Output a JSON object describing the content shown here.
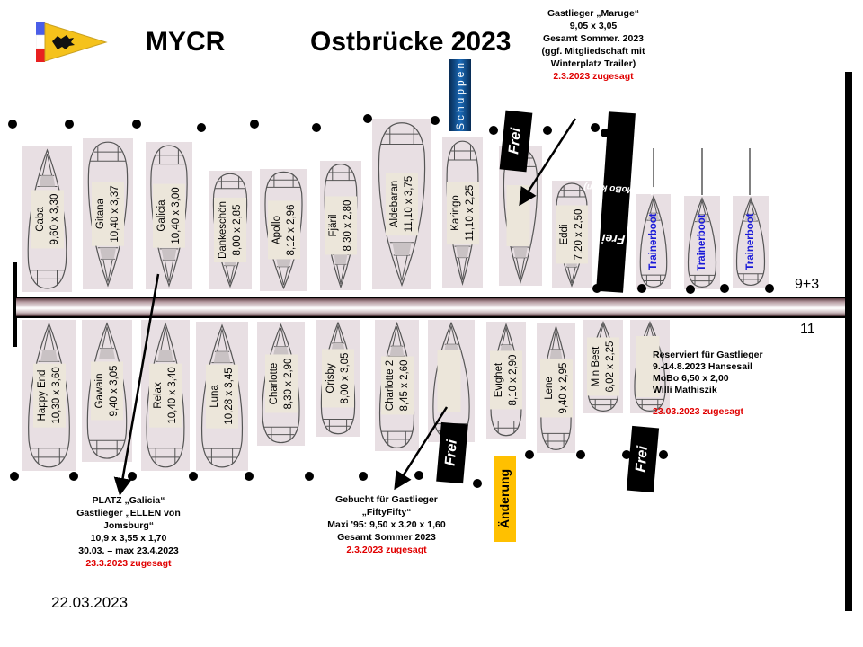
{
  "header": {
    "club": "MYCR",
    "title": "Ostbrücke 2023",
    "logo": "club-pennant-griffin-icon"
  },
  "date": "22.03.2023",
  "shed_label": "Schuppen",
  "change_label": "Änderung",
  "side_labels": {
    "north": "9+3",
    "south": "11"
  },
  "north_boats": [
    {
      "name": "Caba",
      "size": "9,60 x 3,30"
    },
    {
      "name": "Gitana",
      "size": "10,40 x 3,37"
    },
    {
      "name": "Galicia",
      "size": "10,40 x 3,00"
    },
    {
      "name": "Dankeschön",
      "size": "8,00 x 2,85"
    },
    {
      "name": "Apollo",
      "size": "8,12 x 2,96"
    },
    {
      "name": "Fjäril",
      "size": "8,30 x 2,80"
    },
    {
      "name": "Aldebaran",
      "size": "11,10 x 3,75"
    },
    {
      "name": "Karingo",
      "size": "11,10 x 2,25"
    },
    {
      "name": "",
      "size": ""
    },
    {
      "name": "Eddi",
      "size": "7,20 x 2,50"
    }
  ],
  "trainer_boats": [
    "Trainerboot",
    "Trainerboot",
    "Trainerboot"
  ],
  "south_boats": [
    {
      "name": "Happy End",
      "size": "10,30 x 3,60"
    },
    {
      "name": "Gawain",
      "size": "9,40 x 3,05"
    },
    {
      "name": "Relax",
      "size": "10,40 x 3,40"
    },
    {
      "name": "Luna",
      "size": "10,28 x 3,45"
    },
    {
      "name": "Charlotte",
      "size": "8,30 x 2,90"
    },
    {
      "name": "Orisby",
      "size": "8,00 x 3,05"
    },
    {
      "name": "Charlotte 2",
      "size": "8,45 x 2,60"
    },
    {
      "name": "",
      "size": ""
    },
    {
      "name": "Evighet",
      "size": "8,10 x 2,90"
    },
    {
      "name": "Lene",
      "size": "9,40 x 2,95"
    },
    {
      "name": "Min Best",
      "size": "6,02 x 2,25"
    },
    {
      "name": "",
      "size": ""
    }
  ],
  "free_tags": {
    "north": "Frei",
    "mobo": "Frei",
    "mobo_note": "(nur MoBo klein)",
    "south1": "Frei",
    "south2": "Frei"
  },
  "notes": {
    "maruge": {
      "lines": [
        "Gastlieger „Maruge“",
        "9,05 x 3,05",
        "Gesamt Sommer. 2023",
        "(ggf. Mitgliedschaft mit",
        "Winterplatz Trailer)"
      ],
      "status": "2.3.2023 zugesagt"
    },
    "galicia": {
      "lines": [
        "PLATZ „Galicia“",
        "Gastlieger „ELLEN von",
        "Jomsburg“",
        "10,9 x 3,55 x 1,70",
        "30.03. – max 23.4.2023"
      ],
      "status": "23.3.2023 zugesagt"
    },
    "fiftyfifty": {
      "lines": [
        "Gebucht für Gastlieger",
        "„FiftyFifty“",
        "Maxi '95: 9,50 x 3,20 x 1,60",
        "Gesamt Sommer 2023"
      ],
      "status": "2.3.2023 zugesagt"
    },
    "hansesail": {
      "lines": [
        "Reserviert für Gastlieger",
        "9.-14.8.2023 Hansesail",
        "MoBo 6,50 x 2,00",
        "Willi Mathiszik"
      ],
      "status": "23.03.2023 zugesagt"
    }
  },
  "colors": {
    "status_red": "#e00000",
    "trainer_blue": "#1a1ad8",
    "change_yellow": "#ffc000",
    "shed_blue": "#1a6ab8"
  }
}
